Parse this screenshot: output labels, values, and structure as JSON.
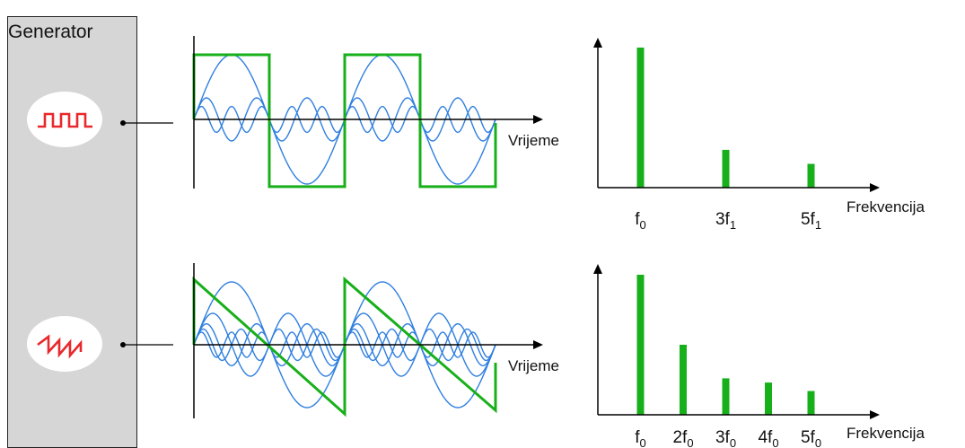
{
  "generator": {
    "title": "Generator",
    "channels": [
      {
        "waveform": "square-wave-icon",
        "icon_color": "#e8282b"
      },
      {
        "waveform": "sawtooth-wave-icon",
        "icon_color": "#e8282b"
      }
    ]
  },
  "colors": {
    "composite": "#17b01a",
    "harmonic": "#2f7fe0",
    "axis": "#000000",
    "panel": "#d6d6d6"
  },
  "time_plots": [
    {
      "id": "square",
      "axis_label": "Vrijeme",
      "harmonic_orders": [
        1,
        3,
        5
      ],
      "harmonic_amplitudes": [
        1.0,
        0.333,
        0.2
      ]
    },
    {
      "id": "sawtooth",
      "axis_label": "Vrijeme",
      "harmonic_orders": [
        1,
        2,
        3,
        4,
        5
      ],
      "harmonic_amplitudes": [
        1.0,
        0.5,
        0.333,
        0.25,
        0.2
      ]
    }
  ],
  "chart_data": [
    {
      "type": "bar",
      "xlabel": "Frekvencija",
      "ylabel": "",
      "categories": [
        {
          "base": "f",
          "sub": "0",
          "coef": ""
        },
        {
          "base": "f",
          "sub": "1",
          "coef": "3"
        },
        {
          "base": "f",
          "sub": "1",
          "coef": "5"
        }
      ],
      "positions": [
        1,
        3,
        5
      ],
      "values": [
        1.0,
        0.27,
        0.17
      ],
      "xlim": [
        0,
        6.6
      ],
      "ylim": [
        0,
        1.1
      ]
    },
    {
      "type": "bar",
      "xlabel": "Frekvencija",
      "ylabel": "",
      "categories": [
        {
          "base": "f",
          "sub": "0",
          "coef": ""
        },
        {
          "base": "f",
          "sub": "0",
          "coef": "2"
        },
        {
          "base": "f",
          "sub": "0",
          "coef": "3"
        },
        {
          "base": "f",
          "sub": "0",
          "coef": "4"
        },
        {
          "base": "f",
          "sub": "0",
          "coef": "5"
        }
      ],
      "positions": [
        1,
        2,
        3,
        4,
        5
      ],
      "values": [
        1.0,
        0.5,
        0.26,
        0.23,
        0.17
      ],
      "xlim": [
        0,
        6.6
      ],
      "ylim": [
        0,
        1.1
      ]
    }
  ]
}
